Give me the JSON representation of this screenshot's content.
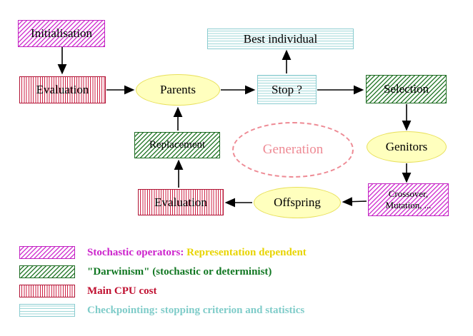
{
  "nodes": {
    "initialisation": "Initialisation",
    "evaluation_top": "Evaluation",
    "parents": "Parents",
    "best_individual": "Best individual",
    "stop": "Stop ?",
    "selection": "Selection",
    "replacement": "Replacement",
    "generation": "Generation",
    "genitors": "Genitors",
    "evaluation_bottom": "Evaluation",
    "offspring": "Offspring",
    "crossover_line1": "Crossover,",
    "crossover_line2": "Mutation, ..."
  },
  "legend": [
    {
      "swatch": "magenta-hatch",
      "label1": "Stochastic operators:",
      "label2": " Representation dependent"
    },
    {
      "swatch": "green-hatch",
      "label1": "\"Darwinism\" (stochastic or determinist)",
      "label2": ""
    },
    {
      "swatch": "red-stripes",
      "label1": "Main CPU cost",
      "label2": ""
    },
    {
      "swatch": "cyan-stripes",
      "label1": "Checkpointing: stopping criterion and statistics",
      "label2": ""
    }
  ],
  "colors": {
    "magenta": "#cc22cc",
    "green": "#117722",
    "red": "#c01030",
    "cyan": "#7fccc9",
    "yellow_fill": "#ffffbe",
    "yellow_text": "#e8d400",
    "pink_dashed": "#ee8a94",
    "arrow": "#000000"
  }
}
